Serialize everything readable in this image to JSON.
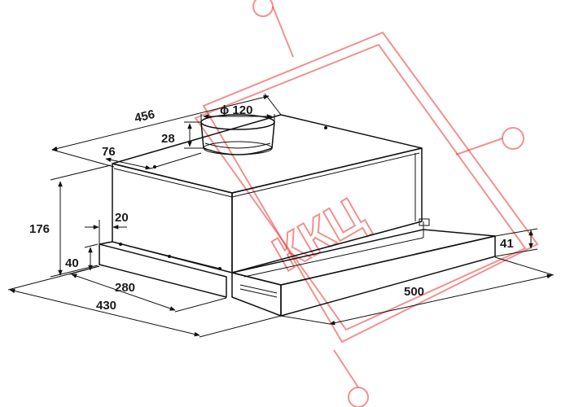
{
  "dimensions": {
    "width_top": "456",
    "duct_diameter": "ϕ 120",
    "collar_height": "28",
    "collar_offset": "76",
    "body_height": "176",
    "wall_gap": "20",
    "front_height": "40",
    "inner_depth": "280",
    "total_depth": "430",
    "slide_length": "500",
    "slide_height": "41"
  },
  "watermark": {
    "text": "ККЦ",
    "color": "#e53935"
  }
}
